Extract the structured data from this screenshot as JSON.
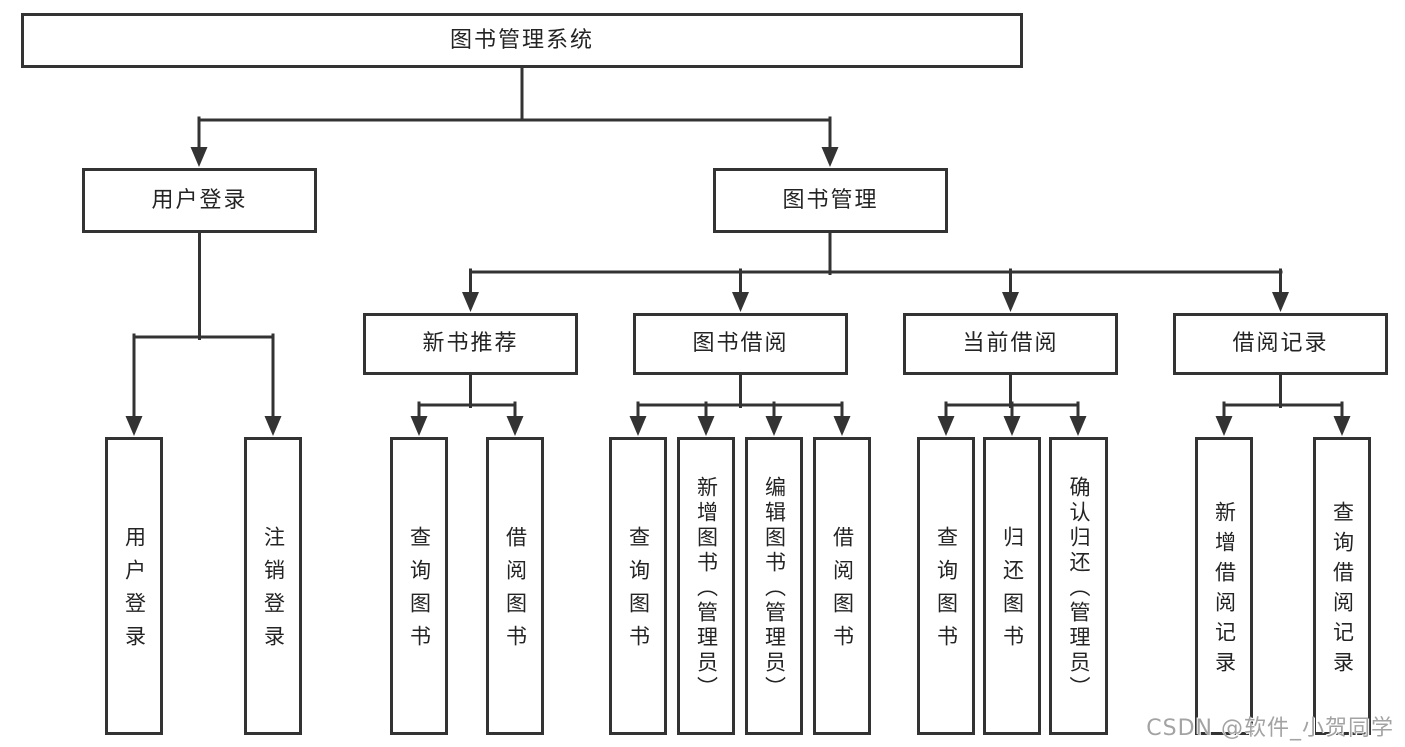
{
  "diagram": {
    "title": "图书管理系统",
    "level2": {
      "user_login": "用户登录",
      "book_mgmt": "图书管理"
    },
    "level3": {
      "new_book_rec": "新书推荐",
      "book_borrow": "图书借阅",
      "current_borrow": "当前借阅",
      "borrow_records": "借阅记录"
    },
    "leaves": {
      "user_login": [
        "用户登录",
        "注销登录"
      ],
      "new_book_rec": [
        "查询图书",
        "借阅图书"
      ],
      "book_borrow": [
        "查询图书",
        "新增图书（管理员）",
        "编辑图书（管理员）",
        "借阅图书"
      ],
      "current_borrow": [
        "查询图书",
        "归还图书",
        "确认归还（管理员）"
      ],
      "borrow_records": [
        "新增借阅记录",
        "查询借阅记录"
      ]
    }
  },
  "watermark": "CSDN @软件_小贺同学",
  "colors": {
    "line": "#333333",
    "text": "#242424",
    "background": "#ffffff",
    "watermark": "#a3a3a3"
  }
}
